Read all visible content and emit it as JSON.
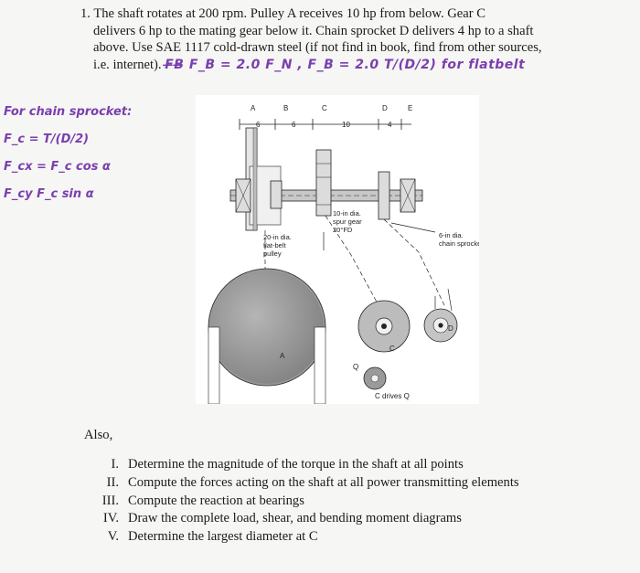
{
  "problem": {
    "line1": "1. The shaft rotates at 200 rpm. Pulley A receives 10 hp from below. Gear C",
    "line2": "delivers 6 hp to the mating gear below it. Chain sprocket D delivers 4 hp to a shaft",
    "line3": "above. Use SAE 1117 cold-drawn steel (if not find in book, find from other sources,",
    "line4_prefix": "i.e. internet).",
    "line4_handwritten": "F̶B̶ F_B = 2.0 F_N , F_B = 2.0 T/(D/2) for flatbelt"
  },
  "handwritten_notes": {
    "line1": "For chain sprocket:",
    "line2": "F_c = T/(D/2)",
    "line3": "F_cx = F_c cos α",
    "line4": "F_cy F_c sin α"
  },
  "figure": {
    "bearing_labels": [
      "A",
      "B",
      "C",
      "D",
      "E"
    ],
    "dimensions": [
      "6",
      "6",
      "10",
      "4"
    ],
    "pulley_label": [
      "20-in dia.",
      "flat-belt",
      "pulley"
    ],
    "gear_label": [
      "10-in dia.",
      "spur gear",
      "20°FD"
    ],
    "sprocket_label": [
      "6-in dia.",
      "chain sprocket"
    ],
    "view_labels": {
      "pulley": "A",
      "gear": "C",
      "sprocket": "D",
      "mating": "Q"
    },
    "drives_label": "C drives Q"
  },
  "also_label": "Also,",
  "questions": [
    {
      "num": "I.",
      "text": "Determine the magnitude of the torque in the shaft at all points"
    },
    {
      "num": "II.",
      "text": "Compute the forces acting on the shaft at all power transmitting elements"
    },
    {
      "num": "III.",
      "text": "Compute the reaction at bearings"
    },
    {
      "num": "IV.",
      "text": "Draw the complete load, shear, and bending moment diagrams"
    },
    {
      "num": "V.",
      "text": "Determine the largest diameter at C"
    }
  ]
}
